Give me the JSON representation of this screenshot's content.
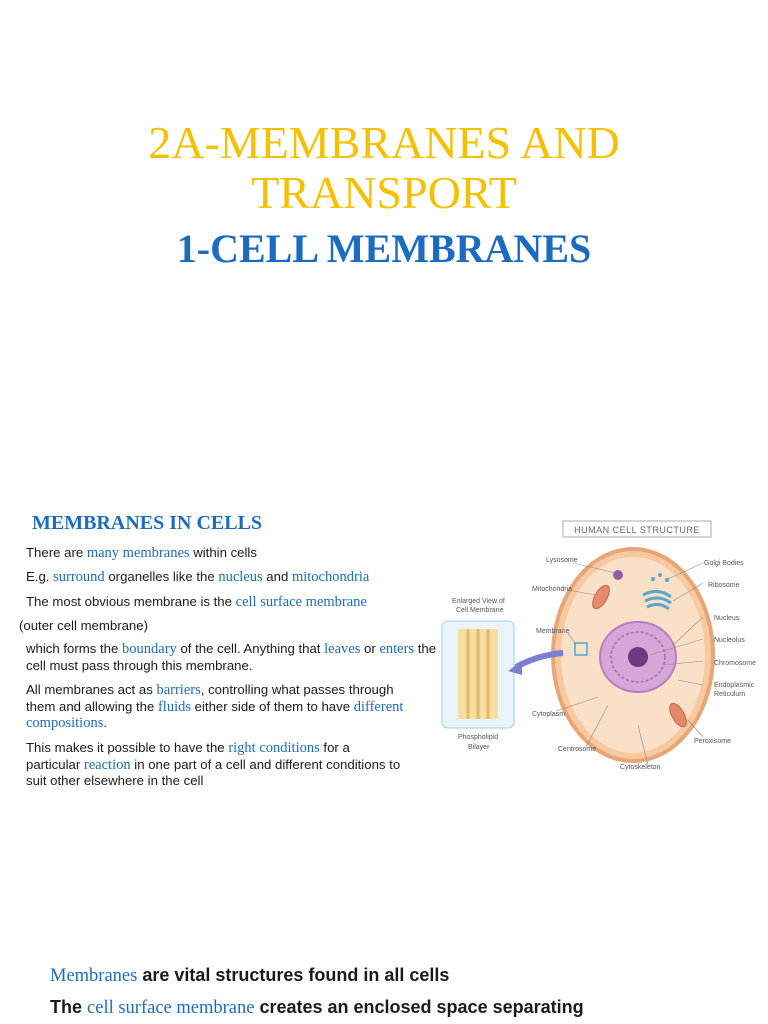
{
  "title_line1": "2A-MEMBRANES AND",
  "title_line2": "TRANSPORT",
  "subtitle": "1-CELL MEMBRANES",
  "section_heading": "MEMBRANES IN CELLS",
  "paragraphs": {
    "p1": {
      "a": "There are ",
      "b": "many membranes",
      "c": " within cells"
    },
    "p2": {
      "a": "E.g. ",
      "b": "surround",
      "c": " organelles like the ",
      "d": "nucleus",
      "e": " and ",
      "f": "mitochondria"
    },
    "p3": {
      "a": "The most obvious membrane is the ",
      "b": "cell surface membrane"
    },
    "p4": {
      "a": "(outer cell membrane)"
    },
    "p5": {
      "a": "which forms the ",
      "b": "boundary",
      "c": " of the cell. Anything that ",
      "d": "leaves",
      "e": " or ",
      "f": "enters",
      "g": " the cell must pass through this membrane."
    },
    "p6": {
      "a": "All membranes act as ",
      "b": "barriers",
      "c": ", controlling what passes through them and allowing the ",
      "d": "fluids",
      "e": " either side of them to have ",
      "f": "different compositions",
      "g": "."
    },
    "p7": {
      "a": "This makes it possible to have the ",
      "b": "right conditions",
      "c": " for a particular ",
      "d": "reaction",
      "e": " in one part of a cell and different conditions to suit other elsewhere in the cell"
    }
  },
  "diagram": {
    "title": "HUMAN CELL STRUCTURE",
    "labels": {
      "lysosome": "Lysosome",
      "mitochondria": "Mitochondria",
      "membrane": "Membrane",
      "cytoplasm": "Cytoplasm",
      "centrosome": "Centrosome",
      "cytoskeleton": "Cytoskeleton",
      "golgi": "Golgi Bodies",
      "ribosome": "Ribosome",
      "nucleus": "Nucleus",
      "nucleolus": "Nucleolus",
      "chromosome": "Chromosome",
      "er1": "Endoplasmic",
      "er2": "Reticulum",
      "peroxisome": "Peroxisome",
      "enlarged1": "Enlarged View of",
      "enlarged2": "Cell Membrane",
      "bilayer1": "Phospholipid",
      "bilayer2": "Bilayer"
    }
  },
  "bottom": {
    "line1": {
      "a": "Membranes",
      "b": " are vital structures found in all cells"
    },
    "line2": {
      "a": "The ",
      "b": "cell surface membrane",
      "c": " creates an enclosed space separating"
    }
  }
}
